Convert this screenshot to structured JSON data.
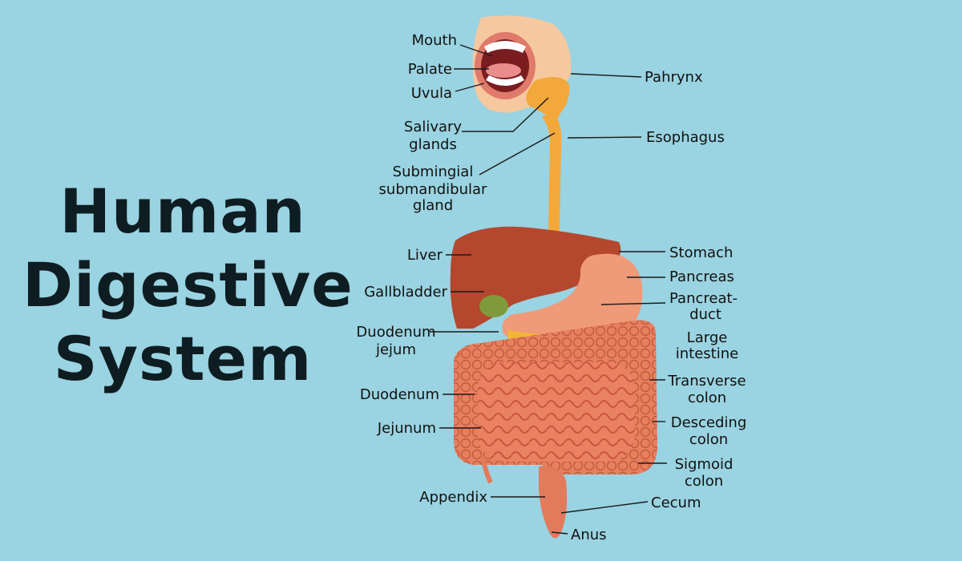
{
  "title_lines": [
    "Human",
    "Digestive",
    "System"
  ],
  "labels": {
    "mouth": "Mouth",
    "palate": "Palate",
    "uvula": "Uvula",
    "salivary_1": "Salivary",
    "salivary_2": "glands",
    "submingial_1": "Submingial",
    "submingial_2": "submandibular",
    "submingial_3": "gland",
    "pharynx": "Pahrynx",
    "esophagus": "Esophagus",
    "liver": "Liver",
    "gallbladder": "Gallbladder",
    "duodenum_jejum_1": "Duodenum",
    "duodenum_jejum_2": "jejum",
    "duodenum": "Duodenum",
    "jejunum": "Jejunum",
    "appendix": "Appendix",
    "stomach": "Stomach",
    "pancreas": "Pancreas",
    "pancreat_duct_1": "Pancreat-",
    "pancreat_duct_2": "duct",
    "large_intestine_1": "Large",
    "large_intestine_2": "intestine",
    "transverse_colon_1": "Transverse",
    "transverse_colon_2": "colon",
    "descending_colon_1": "Desceding",
    "descending_colon_2": "colon",
    "sigmoid_colon_1": "Sigmoid",
    "sigmoid_colon_2": "colon",
    "cecum": "Cecum",
    "anus": "Anus"
  },
  "colors": {
    "background": "#9ad3e1",
    "organ_face": "#f6c8a0",
    "esophagus": "#f3a83c",
    "liver": "#b5472f",
    "gallbladder": "#7e9a3a",
    "stomach": "#ef9a78",
    "pancreas": "#f2b53a",
    "intestine": "#e87a5c"
  }
}
